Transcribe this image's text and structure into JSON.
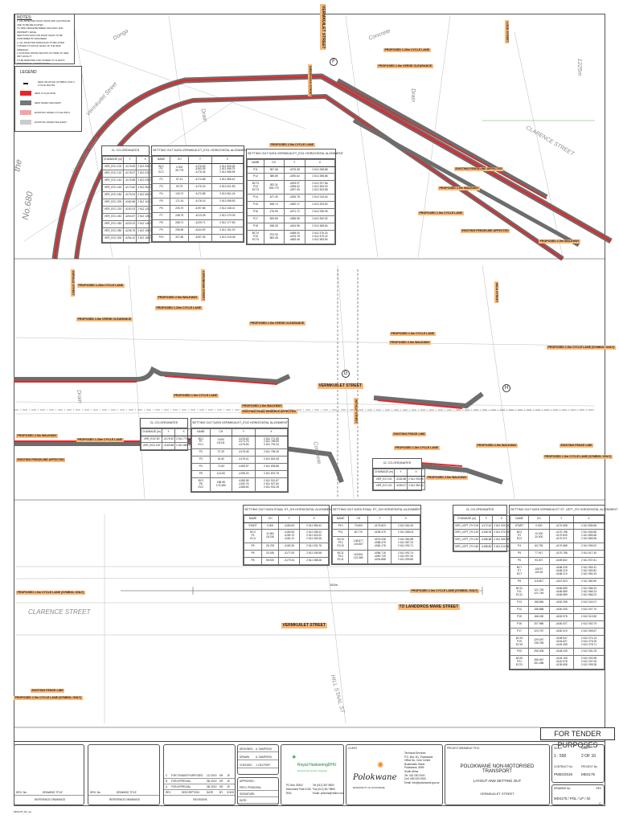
{
  "notes": {
    "title": "NOTES:",
    "lines": [
      "1. ALL AFFECTED ROAD SIGNS AND LIGHTPOLES ARE TO BE RELOCATED",
      "TO NEW VERGE BETWEEN WALKWAY AND PROPERTY EDGE.",
      "NEW POSITIONS FOR ROAD SIGNS TO BE CONFIRMED BY ENGINEER.",
      "2. ALL AFFECTED MANHOLES TO BE LIFTED",
      "/ RAISED TO MATCH LEVEL OF THE NEW SIDEWALK.",
      "3. EXISTING PAVING BLOCKS OUTSIDE OF NEW NMT FACILITY",
      "TO BE REMOVED AND STORED TO CLIENTS PREFERENCE / INSTRUCTION."
    ]
  },
  "legend": {
    "title": "LEGEND",
    "items": [
      {
        "label": "NEW ON-ROAD (SYMBOL ONLY) CYCLE ROUTE",
        "color": "#111"
      },
      {
        "label": "NEW CYCLE PATH",
        "color": "#e8262a"
      },
      {
        "label": "NEW PAVED WALKWAY",
        "color": "#777"
      },
      {
        "label": "EXISTING PAVED CYCLE PATH",
        "color": "#f4a3a3"
      },
      {
        "label": "EXISTING PAVED WALKWAY",
        "color": "#ccc"
      }
    ]
  },
  "streets": [
    "Vermkuilet Street",
    "Vermkuilet Street",
    "Donga",
    "Concrete",
    "Drain",
    "Drain",
    "CLARENCE STREET",
    "Drain",
    "Concrete",
    "CLARENCE STREET",
    "HILL STAAL ST",
    "1225m",
    "No.680",
    "the"
  ],
  "labels": [
    "VERMKUILET STREET",
    "DIEDERICKS STREET",
    "LOOD STREET",
    "PROPOSED 1.25m CYCLE LANE",
    "PROPOSED 1.5m VERGE CLEARANCE",
    "PROPOSED 2.5m CYCLE LANE",
    "EXISTING FENCELINE AFFECTED",
    "PROPOSED 2.5m WALKWAY",
    "PROPOSED 1.5m CYCLE LANE",
    "EXISTING FENCELINE AFFECTED",
    "PROPOSED 2.5m WALKWAY",
    "DIEVALD STREET",
    "PROPOSED 1.25m CYCLE LANE",
    "PROPOSED 2.5m WALKWAY",
    "PROPOSED 1.25m CYCLE LANE",
    "PROPOSED 1.5m VERGE CLEARANCE",
    "CORUNDUM STREET",
    "PROPOSED 1.5m VERGE CLEARANCE",
    "PROPOSED 1.5m CYCLE LANE",
    "PROPOSED 2.5m WALKWAY",
    "MICA STREET",
    "PROPOSED 1.5m CYCLE LANE (SYMBOL ONLY)",
    "VERMKUILET STREET",
    "PROPOSED 1.5m CYCLE LANE",
    "PROPOSED 2.5m WALKWAY",
    "EXISTING ROAD RESERVE AFFECTED",
    "WITKLIP STREET",
    "EXISTING FENCE LINE",
    "PROPOSED 1.5m CYCLE LANE",
    "PROPOSED 2.5m WALKWAY",
    "EXISTING FENCE LINE",
    "PROPOSED 1.5m CYCLE LANE (SYMBOL ONLY)",
    "PROPOSED 2.5m WALKWAY",
    "PROPOSED 1.25m CYCLE LANE",
    "EXISTING FENCELINE AFFECTED",
    "PROPOSED 2.5m WALKWAY",
    "PROPOSED 1.5m CYCLE LANE (SYMBOL ONLY)",
    "PROPOSED 1.5m CYCLE LANE (SYMBOL ONLY)",
    "TO LANDDROS MARE STREET",
    "VERMKUILET STREET",
    "EXISTING FENCE LINE",
    "PROPOSED 1.5m CYCLE LANE (SYMBOL ONLY)"
  ],
  "markers": [
    "F",
    "G",
    "H"
  ],
  "dimension": "152m",
  "tables": [
    {
      "title": "CL CO-ORDINATES",
      "head": [
        "CHAINAGE (m)",
        "Y",
        "X"
      ],
      "rows": [
        [
          "VER_EG1 100",
          "-4175.83",
          "2 612 006.28"
        ],
        [
          "VER_EG1 120",
          "-4178.97",
          "2 612 025.71"
        ],
        [
          "VER_EG1 140",
          "-4175.88",
          "2 612 045.07"
        ],
        [
          "VER_EG1 160",
          "-4173.82",
          "2 612 064.97"
        ],
        [
          "VER_EG1 180",
          "-4176.04",
          "2 612 084.55"
        ],
        [
          "VER_EG1 200",
          "-4182.68",
          "2 612 103.27"
        ],
        [
          "VER_EG1 220",
          "-4192.03",
          "2 612 120.77"
        ],
        [
          "VER_EG1 240",
          "-4204.87",
          "2 612 135.40"
        ],
        [
          "VER_EG1 260",
          "-4220.03",
          "2 612 148.00"
        ],
        [
          "VER_EG1 280",
          "-4236.78",
          "2 612 158.98"
        ],
        [
          "VER_EG1 300",
          "-4254.10",
          "2 612 169.02"
        ]
      ]
    },
    {
      "title": "SETTING OUT DATA VERMKUILET_EG1 HORIZONTAL ALIGNMENT",
      "head": [
        "NAME",
        "CH",
        "Y",
        "X"
      ],
      "rows": [
        [
          "BC1\nP1\nEC1",
          "0.000\n39.779",
          "-4170.63\n-4153.39\n-4170.26",
          "2 611 926.28\n2 611 946.79\n2 611 966.99"
        ],
        [
          "P2",
          "57.41",
          "-4174.88",
          "2 611 985.42"
        ],
        [
          "P3",
          "93.79",
          "-4170.15",
          "2 612 021.83"
        ],
        [
          "P4",
          "133.72",
          "-4172.88",
          "2 612 061.04"
        ],
        [
          "P5",
          "171.43",
          "-4176.15",
          "2 612 098.83"
        ],
        [
          "P6",
          "226.70",
          "-4197.86",
          "2 612 148.41"
        ],
        [
          "P7",
          "248.79",
          "-4213.28",
          "2 612 170.09"
        ],
        [
          "P8",
          "268.71",
          "-4229.71",
          "2 612 177.83"
        ],
        [
          "P9",
          "295.69",
          "-4244.53",
          "2 612 191.00"
        ],
        [
          "P10",
          "327.80",
          "-4257.35",
          "2 612 215.06"
        ]
      ]
    },
    {
      "title": "SETTING OUT DATA VERMKUILET_EG1 HORIZONTAL ALIGNMENT",
      "head": [
        "NAME",
        "CH",
        "Y",
        "X"
      ],
      "rows": [
        [
          "P11",
          "357.08",
          "-4276.38",
          "2 612 258.88"
        ],
        [
          "P12",
          "386.89",
          "-4290.62",
          "2 612 286.86"
        ],
        [
          "BC73\nP13\nEC73",
          "392.31\n395.779",
          "-4293.97\n-4296.02\n-4297.05",
          "2 612 297.56\n2 612 300.00\n2 612 303.88"
        ],
        [
          "P14",
          "427.49",
          "-4326.78",
          "2 612 315.54"
        ],
        [
          "P15",
          "456.74",
          "-4352.17",
          "2 612 329.50"
        ],
        [
          "P16",
          "476.59",
          "-4371.72",
          "2 612 338.59"
        ],
        [
          "P17",
          "505.89",
          "-4396.98",
          "2 612 350.52"
        ],
        [
          "P18",
          "538.28",
          "-4424.98",
          "2 612 368.84"
        ],
        [
          "BC74\nP19\nEC74",
          "573.93\n583.48",
          "-4458.00\n-4475.78\n-4483.46",
          "2 612 375.20\n2 612 379.22\n2 612 383.84"
        ]
      ]
    },
    {
      "title": "CL CO-ORDINATES",
      "head": [
        "CHAINAGE (m)",
        "Y",
        "X"
      ],
      "rows": [
        [
          "VER_EG2 80",
          "-4176.92",
          "2 611 771.55"
        ],
        [
          "VER_EG2 100",
          "-4183.88",
          "2 611 889.70"
        ]
      ]
    },
    {
      "title": "SETTING OUT DATA VERMKUILET_EG2 HORIZONTAL ALIGNMENT",
      "head": [
        "NAME",
        "CH",
        "Y",
        "X"
      ],
      "rows": [
        [
          "BC1\nP1\nEC1",
          "0.000\n18.011",
          "-4176.63\n-4173.76\n-4176.83",
          "2 611 771.55\n2 611 789.69\n2 611 791.03"
        ],
        [
          "P2",
          "27.29",
          "-4178.48",
          "2 611 796.45"
        ],
        [
          "P3",
          "51.60",
          "-4178.41",
          "2 611 815.48"
        ],
        [
          "P4",
          "71.83",
          "-4185.97",
          "2 611 835.88"
        ],
        [
          "P5",
          "114.83",
          "-4196.20",
          "2 611 876.78"
        ],
        [
          "BC2\nP6\nEC2",
          "158.98\n173.480",
          "-4188.98\n-4190.76\n-4188.80",
          "2 611 921.87\n2 611 927.84\n2 611 931.28"
        ]
      ]
    },
    {
      "title": "CL CO-ORDINATES",
      "head": [
        "CHAINAGE (m)",
        "Y",
        "X"
      ],
      "rows": [
        [
          "VER_EG 100",
          "-4182.88",
          "2 611 930.60"
        ],
        [
          "VER_EG 120",
          "-4180.07",
          "2 611 950.42"
        ]
      ]
    },
    {
      "title": "SETTING OUT DATA STAAL ST_GH HORIZONTAL ALIGNMENT",
      "head": [
        "NAME",
        "CH",
        "Y",
        "X"
      ],
      "rows": [
        [
          "START",
          "0.000",
          "-4180.63",
          "2 611 996.42"
        ],
        [
          "BC4\nP4\nEC4",
          "11.981\n18.230",
          "-4180.83\n-4180.70\n-4181.21",
          "2 611 008.22\n2 611 016.20\n2 611 026.26"
        ],
        [
          "P5",
          "26.793",
          "-4180.30",
          "2 611 031.78"
        ],
        [
          "P6",
          "33.180",
          "-4177.63",
          "2 611 036.58"
        ],
        [
          "P8",
          "55.920",
          "-4179.34",
          "2 611 058.08"
        ]
      ]
    },
    {
      "title": "SETTING OUT DATA STAAL ST_GH HORIZONTAL ALIGNMENT",
      "head": [
        "NAME",
        "CH",
        "Y",
        "X"
      ],
      "rows": [
        [
          "P10",
          "73.600",
          "-4175.823",
          "2 611 064.30"
        ],
        [
          "P11",
          "80.770",
          "-4169.475",
          "2 611 068.03"
        ],
        [
          "BC10\nP12\nEC10",
          "108.877\n115.807",
          "-4074.028\n-4068.475\n-4060.178",
          "2 611 082.85\n2 611 087.22\n2 611 092.71"
        ],
        [
          "BC11\nP13\nEC11",
          "115.801\n122.380",
          "-4056.716\n-4050.725\n-4044.888",
          "2 611 092.74\n2 611 097.00\n2 611 099.80"
        ]
      ]
    },
    {
      "title": "CL CO-ORDINATES",
      "head": [
        "CHAINAGE (m)",
        "Y",
        "X"
      ],
      "rows": [
        [
          "VER_LEFT_FH 100",
          "-4172.40",
          "2 611 920.51"
        ],
        [
          "VER_LEFT_FH 120",
          "-4168.94",
          "2 611 970.16"
        ],
        [
          "VER_LEFT_FH 140",
          "-4188.88",
          "2 611 960.05"
        ],
        [
          "VER_LEFT_FH 160",
          "-4188.80",
          "2 611 013.06"
        ]
      ]
    },
    {
      "title": "SETTING OUT DATA VERMKUILET ST. LEFT_FH HORIZONTAL ALIGNMENT",
      "head": [
        "NAME",
        "CH",
        "Y",
        "X"
      ],
      "rows": [
        [
          "START",
          "0.000",
          "-4170.698",
          "2 611 835.68"
        ],
        [
          "BC2\nP2\nEC2",
          "10.000\n20.000",
          "-4170.786\n-4170.840\n-4170.971",
          "2 611 845.68\n2 611 855.68\n2 611 865.58"
        ],
        [
          "P4",
          "60.735",
          "-4170.688",
          "2 611 905.02"
        ],
        [
          "P5",
          "77.917",
          "-4170.788",
          "2 611 917.40"
        ],
        [
          "P6",
          "93.307",
          "-4169.842",
          "2 611 937.61"
        ],
        [
          "BC7\nP7\nEC7",
          "108.97\n109.49",
          "-4168.225\n-4168.218\n-4168.210",
          "2 611 953.31\n2 611 953.82\n2 611 954.33"
        ],
        [
          "P8",
          "115.807",
          "-4167.523",
          "2 611 960.59"
        ],
        [
          "BC11\nP11\nEC11",
          "121.745\n121.745",
          "-4166.589\n-4166.589\n-4166.589",
          "2 611 966.23\n2 611 966.23\n2 611 966.23"
        ],
        [
          "P13",
          "158.884",
          "-4162.298",
          "2 612 002.07"
        ],
        [
          "P14",
          "158.888",
          "-4160.405",
          "2 612 007.70"
        ],
        [
          "P15",
          "168.430",
          "-4163.978",
          "2 612 012.80"
        ],
        [
          "P16",
          "207.985",
          "-4160.027",
          "2 612 052.79"
        ],
        [
          "P17",
          "224.757",
          "-4160.019",
          "2 612 069.67"
        ],
        [
          "BC19\nP19\nEC19",
          "229.497\n236.755",
          "-4158.547\n-4154.627\n-4149.455",
          "2 612 074.13\n2 612 076.29\n2 612 078.71"
        ],
        [
          "P20",
          "250.008",
          "-4148.035",
          "2 612 091.29"
        ],
        [
          "BC20\nP21\nEC21",
          "255.967\n261.488",
          "-4145.108\n-4140.978\n-4135.698",
          "2 612 092.95\n2 612 097.09\n2 612 099.28"
        ]
      ]
    }
  ],
  "tender": "FOR TENDER PURPOSES",
  "title_block": {
    "ref_cols": [
      "DRG. No.",
      "DRAWING TITLE",
      "DRG. No.",
      "DRAWING TITLE"
    ],
    "ref_caption": "REFERENCE DRAWINGS",
    "revisions": [
      [
        "C",
        "FOR TENDER PURPOSES",
        "12/ 2019",
        "KR",
        "JS"
      ],
      [
        "B",
        "FOR APPROVAL",
        "08/ 2019",
        "KR",
        "JS"
      ],
      [
        "A",
        "FOR APPROVAL",
        "08/ 2019",
        "KR",
        "JS"
      ]
    ],
    "rev_head": [
      "REV",
      "DESCRIPTION",
      "DATE",
      "BY",
      "CHKD"
    ],
    "rev_caption": "REVISIONS",
    "people": [
      [
        "DESIGNED",
        "A. SAMPSON"
      ],
      [
        "DRAWN",
        "A. SAMPSON"
      ],
      [
        "CHECKED",
        "J. DELPORT"
      ]
    ],
    "approval": [
      "APPROVED:",
      "PROJ. PRINCIPAL:",
      "SIGNATURE:",
      "DATE:"
    ],
    "company": "Royal HaskoningDHV",
    "tagline": "Enhancing Society Together",
    "company_contact": [
      "PO Box 25302",
      "Monument Park 0105",
      "RSA",
      "Tel (012) 367 5800",
      "Fax (012) 367 5890",
      "Email: pretoria@rhdhv.com"
    ],
    "client_label": "CLIENT",
    "client": "Polokwane",
    "client_tag": "MUNICIPALITY OF POLOKWANE",
    "client_contact": [
      "Technical Services",
      "P.O. Box 111, Polokwane",
      "Office No, Civic Centre",
      "Bodenstein Street",
      "Polokwane, 0699",
      "South Africa",
      "Tel: 015 290 2000",
      "Cell: 083 000 0000",
      "Email: info@polokwane.gov.za"
    ],
    "project_label": "PROJECT/DRAWING TITLE",
    "project": "POLOKWANE NON-MOTORISED TRANSPORT",
    "subtitle": "LAYOUT AND SETTING OUT",
    "street": "VERMKUILET STREET",
    "scale_label": "SCALE",
    "scale": "1 : 500",
    "sheet_label": "SHEET",
    "sheet": "2  OF  10",
    "contract_label": "CONTRACT No.",
    "contract": "PM02/2019",
    "project_no_label": "PROJECT No.",
    "project_no": "MD4175",
    "drawing_label": "DRAWING No.",
    "drawing": "MD4175 / POL / LP / 02",
    "rev_label": "REV",
    "rev": "C",
    "footer": "MD4175_02_rev"
  }
}
